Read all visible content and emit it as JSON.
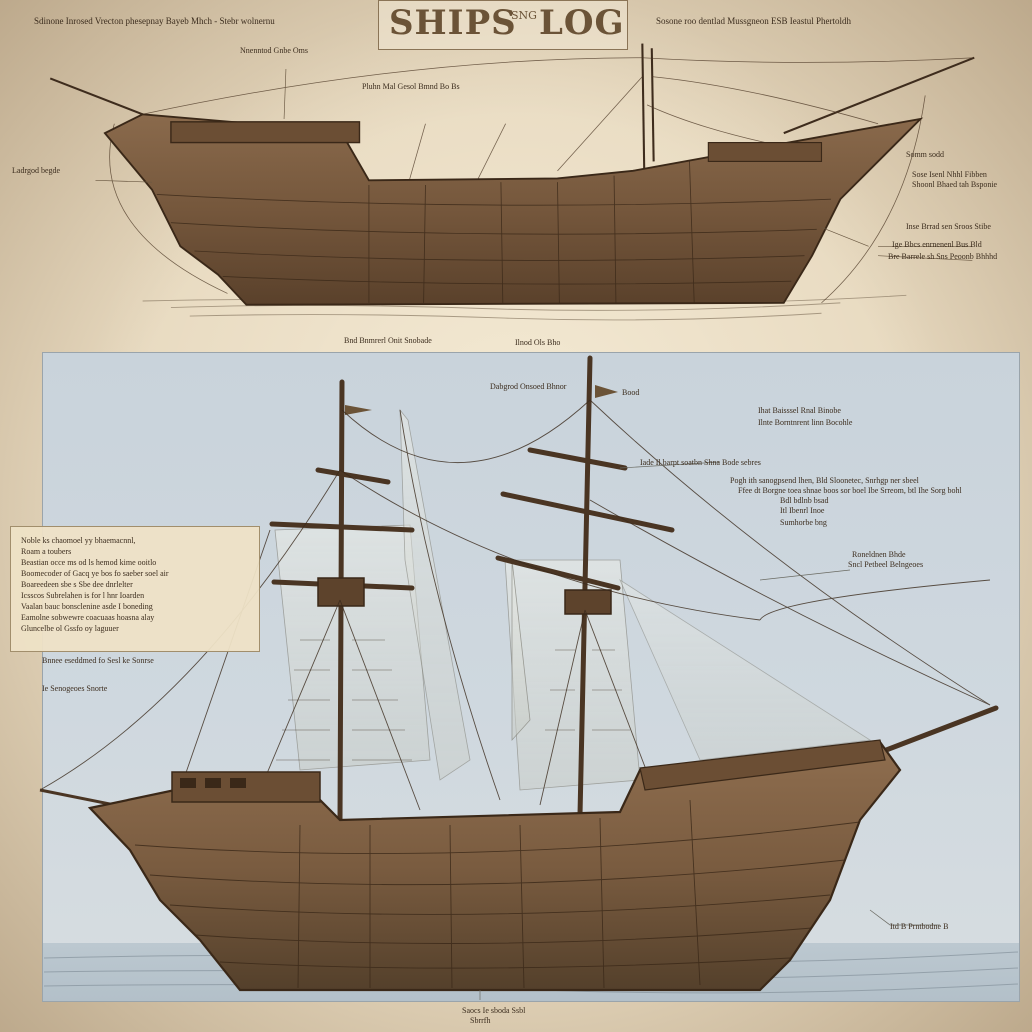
{
  "header": {
    "title_left": "SHIPS",
    "title_mid": "SNG",
    "title_right": "LOG"
  },
  "notes_card": {
    "lines": [
      "Noble ks chaomoel yy bhaemacnnl,",
      "Roam a toubers",
      "Beastian occe ms od ls hemod kime ooitlo",
      "Boomecoder of Gacq ye bos fo saeber soel air",
      "Boareedeen sbe s Sbe dee dnrlelter",
      "Icsscos Subrelahen is for l hnr Ioarden",
      "Vaalan bauc bonsclenine asde I boneding",
      "Eamolne sobwewre coacuaas hoasna alay",
      "Gluncelbe ol Gssfo oy laguuer"
    ]
  },
  "labels": {
    "top_header_left": "Sdinone Inrosed Vrecton phesepnay Bayeb Mhch - Stebr wolnernu",
    "top_header_right": "Sosone roo dentlad Mussgneon ESB Ieastul Phertoldh",
    "top_pointer_1": "Nnenntod Gnbe Oms",
    "top_pointer_2": "Pluhn Mal Gesol Bmnd Bo Bs",
    "top_left_side": "Ladrgod begde",
    "top_right_1": "Somm sodd",
    "top_right_2": "Sose Isenl Nhhl Fibben",
    "top_right_3": "Shoonl Bhaed tah Bsponie",
    "top_right_4": "Inse Brrad sen Sroos Stibe",
    "top_right_5": "Ige Bbcs enrnenenl Bus Bld",
    "top_right_6": "Bre Barrele sh Sns Peoonb Bhhhd",
    "top_bottom_1": "Bnd Bnmrerl Onit Snobade",
    "top_bottom_2": "Ilnod Ols Bho",
    "bottom_top_1": "Dabgrod Onsoed Bhnor",
    "bottom_top_2": "Bood",
    "bottom_right_1": "Ihat Baisssel Rnal Binobe",
    "bottom_right_2": "Ilnte Borntnrent linn Bocohle",
    "bottom_right_3": "Iade Il barpt soatbn Shna Bode sebres",
    "bottom_right_4": "Pogh ith sanogpsend lhen, Bld Sloonetec, Snrhgp ner sbeel",
    "bottom_right_5": "Ffee dt Borgne toea shnae boos sor boel Ibe Srreom, btl Ihe Sorg bohl",
    "bottom_right_6": "Bdl bdlnb bsad",
    "bottom_right_7": "Itl Ibenrl Inoe",
    "bottom_right_8": "Sumhorbe bng",
    "bottom_right_9": "Roneldnen Bhde",
    "bottom_right_10": "Sncl Petbeel Belngeoes",
    "bottom_left_under_card_1": "Bnnee eseddmed fo Sesl ke Sonrse",
    "bottom_left_under_card_2": "Ie Senogeoes Snorte",
    "bottom_stern_label": "Itd B Prntbodne B",
    "bottom_footer_1": "Saocs Ie sboda Ssbl",
    "bottom_footer_2": "Sbrrfh"
  },
  "colors": {
    "parchment": "#e7d9bf",
    "wood": "#7a5c40",
    "wood_dark": "#4a3523",
    "ink": "#3c2d1e",
    "sky": "#c9d3db"
  }
}
